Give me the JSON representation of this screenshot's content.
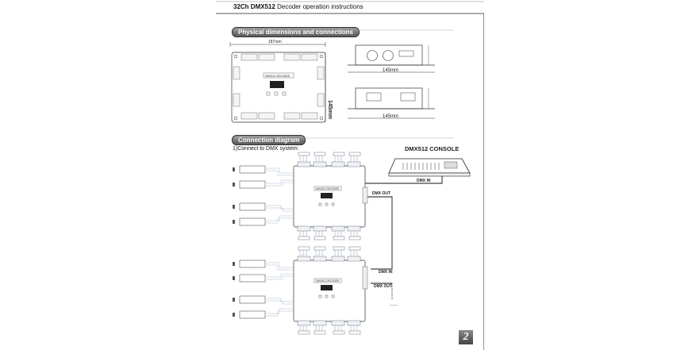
{
  "header": {
    "title_bold": "32Ch DMX512",
    "title_rest": " Decoder operation instructions"
  },
  "sections": {
    "physical": "Physical dimensions and connections",
    "connection": "Connection diagram",
    "connect_dmx": "1)Connect to DMX system:"
  },
  "dimensions": {
    "width_top": "187mm",
    "height_side": "145mm",
    "profile_top": "145mm",
    "profile_bottom": "145mm"
  },
  "labels": {
    "decoder": "DMX512 DECODER",
    "console": "DMX512 CONSOLE",
    "dmx_in": "DMX IN",
    "dmx_out": "DMX OUT",
    "dmx_in_2": "DMX IN",
    "dmx_out_2": "DMX OUT",
    "ellipsis": "......"
  },
  "page_number": "2"
}
